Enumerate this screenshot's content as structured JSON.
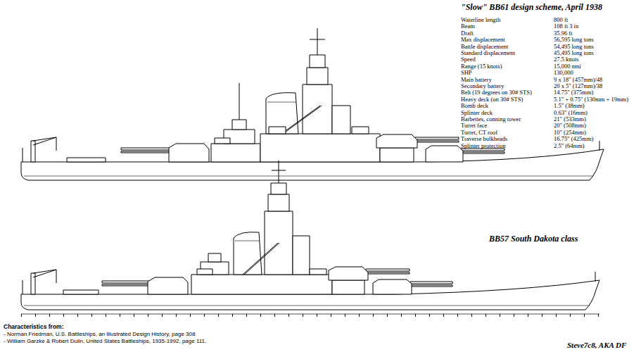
{
  "diagram": {
    "title": "\"Slow\" BB61 design scheme, April 1938",
    "labels": [
      "Waterline length",
      "800 ft",
      "Beam",
      "108 ft 3 in",
      "Draft",
      "35.96 ft",
      "Max displacement",
      "56,595 long tons",
      "Battle displacement",
      "54,495 long tons",
      "Standard displacement",
      "45,495 long tons",
      "Speed",
      "27.5 knots",
      "Range (15 knots)",
      "15,000 nmi",
      "SHP",
      "130,000",
      "Main battery",
      "9 x 18\" (457mm)/48",
      "Secondary battery",
      "20 x 5\" (127mm)/38",
      "Belt (19 degrees on 30# STS)",
      "14.75\" (375mm)",
      "Heavy deck (on 30# STS)",
      "5.1\" + 0.75\" (130mm + 19mm)",
      "Bomb deck",
      "1.5\" (38mm)",
      "Splinter deck",
      "0.63\" (16mm)",
      "Barbettes, conning tower",
      "21\" (533mm)",
      "Turret face",
      "20\" (508mm)",
      "Turret, CT roof",
      "10\" (254mm)",
      "Traverse bulkheads",
      "16.75\" (425mm)",
      "Splinter protection",
      "2.5\" (64mm)",
      "BB57 South Dakota class",
      "Characteristics from:",
      "- Norman Friedman, U.S. Battleships, an Illustrated Design History, page 308",
      "- William Garzke & Robert Dulin, United States Battleships, 1935-1992, page 111.",
      "Steve7c8, AKA DF"
    ]
  }
}
